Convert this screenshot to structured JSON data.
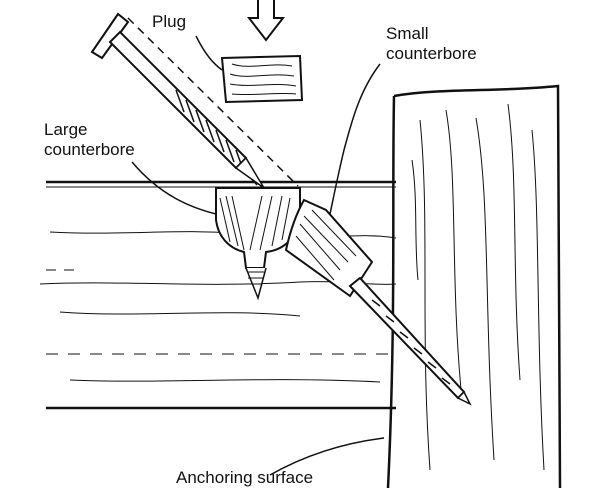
{
  "labels": {
    "plug": "Plug",
    "small_counterbore_line1": "Small",
    "small_counterbore_line2": "counterbore",
    "large_counterbore_line1": "Large",
    "large_counterbore_line2": "counterbore",
    "anchoring_surface": "Anchoring surface"
  },
  "colors": {
    "ink": "#111111",
    "paper": "#ffffff"
  }
}
